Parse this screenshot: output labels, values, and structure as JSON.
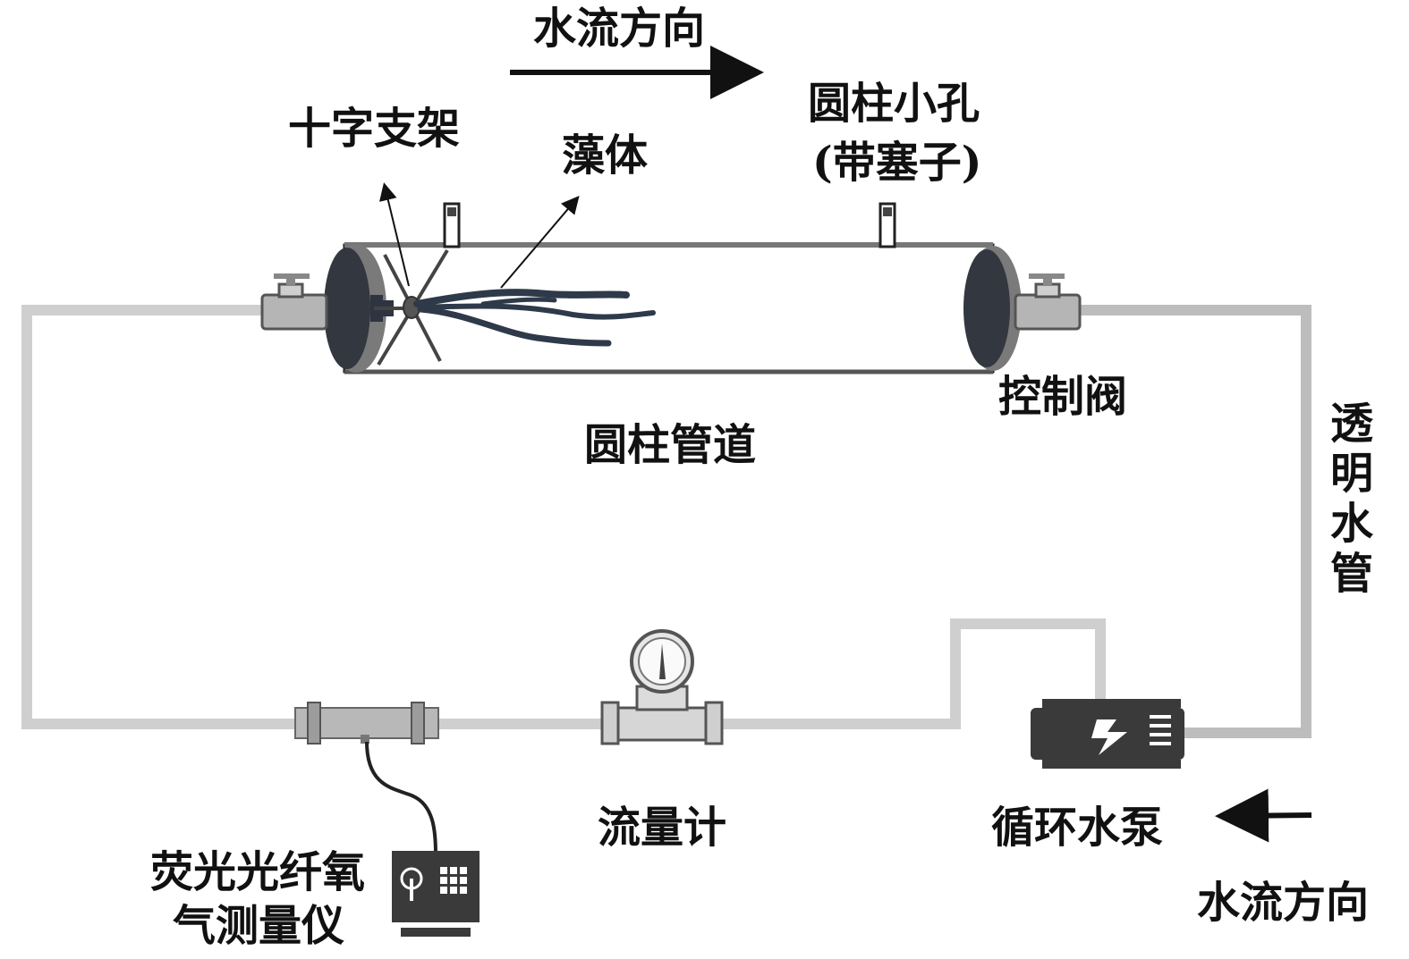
{
  "labels": {
    "flow_direction_top": "水流方向",
    "cross_bracket": "十字支架",
    "algae": "藻体",
    "small_hole_line1": "圆柱小孔",
    "small_hole_line2": "(带塞子)",
    "control_valve": "控制阀",
    "cylinder_pipe": "圆柱管道",
    "transparent_tube": "透明水管",
    "flowmeter": "流量计",
    "pump": "循环水泵",
    "flow_direction_bottom": "水流方向",
    "oxygen_meter_line1": "荧光光纤氧",
    "oxygen_meter_line2": "气测量仪"
  },
  "icons": {
    "pump": "lightning-bolt-icon",
    "meter_keypad": "keypad-grid-icon",
    "meter_probe": "probe-icon",
    "flowmeter_gauge": "pressure-gauge-icon"
  },
  "colors": {
    "tube": "#cfcfcf",
    "tube_dark": "#b7b7b7",
    "device_dark": "#3a3a3a",
    "end_cap": "#33373f",
    "algae": "#2e3a4a",
    "arrow": "#111111",
    "valve": "#a9a9a9"
  }
}
